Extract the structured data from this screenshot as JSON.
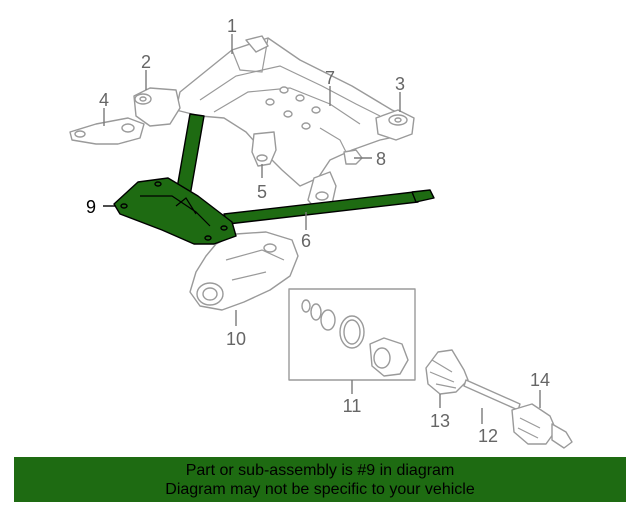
{
  "diagram": {
    "highlight_color": "#1e6b12",
    "highlighted_callout": "9",
    "callouts": {
      "c1": "1",
      "c2": "2",
      "c3": "3",
      "c4": "4",
      "c5": "5",
      "c6": "6",
      "c7": "7",
      "c8": "8",
      "c9": "9",
      "c10": "10",
      "c11": "11",
      "c12": "12",
      "c13": "13",
      "c14": "14"
    }
  },
  "banner": {
    "line1": "Part or sub-assembly is #9 in diagram",
    "line2": "Diagram may not be specific to your vehicle",
    "background": "#1e6b12"
  }
}
